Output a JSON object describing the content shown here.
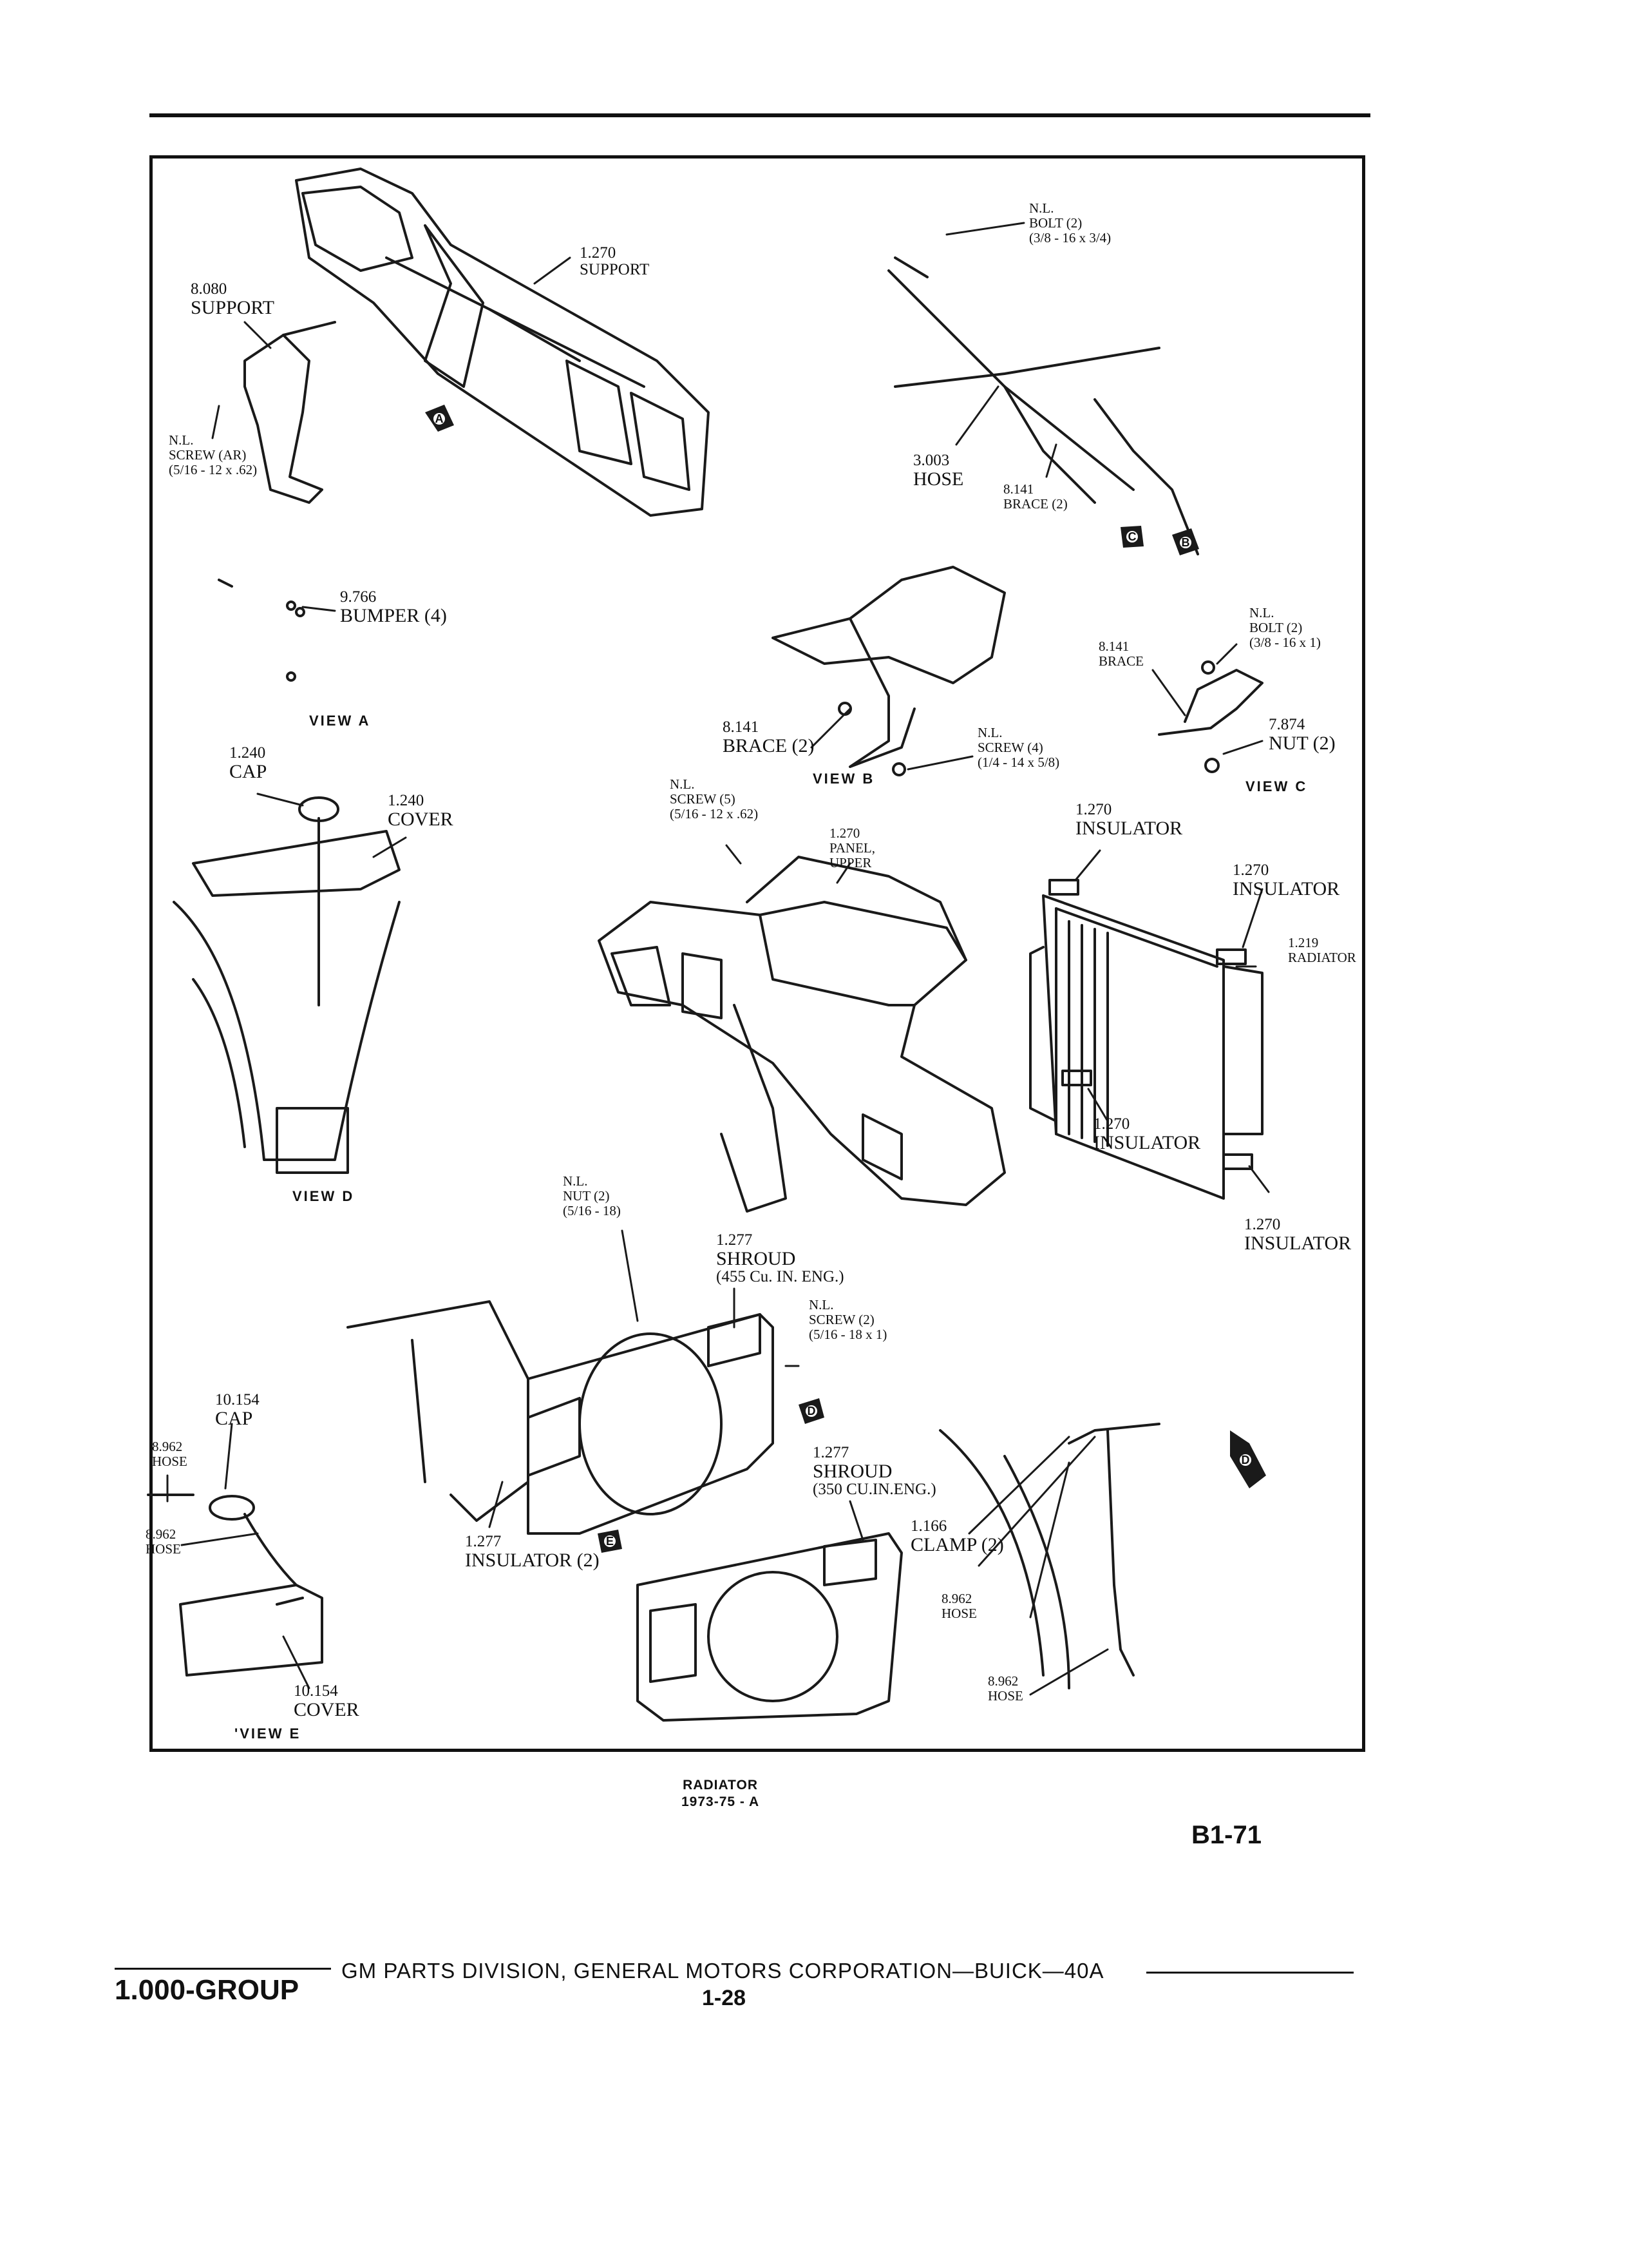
{
  "callouts": [
    {
      "id": "c1",
      "number": "1.270",
      "name": "SUPPORT"
    },
    {
      "id": "c2",
      "number": "8.080",
      "name": "SUPPORT"
    },
    {
      "id": "c3",
      "number": "N.L.",
      "name": "SCREW (AR)",
      "spec": "(5/16 - 12 x .62)"
    },
    {
      "id": "c4",
      "number": "N.L.",
      "name": "BOLT (2)",
      "spec": "(3/8 - 16 x 3/4)"
    },
    {
      "id": "c5",
      "number": "3.003",
      "name": "HOSE"
    },
    {
      "id": "c6",
      "number": "8.141",
      "name": "BRACE (2)"
    },
    {
      "id": "c7",
      "number": "9.766",
      "name": "BUMPER (4)"
    },
    {
      "id": "c8",
      "number": "N.L.",
      "name": "BOLT (2)",
      "spec": "(3/8 - 16 x 1)"
    },
    {
      "id": "c9",
      "number": "8.141",
      "name": "BRACE"
    },
    {
      "id": "c10",
      "number": "7.874",
      "name": "NUT (2)"
    },
    {
      "id": "c11",
      "number": "8.141",
      "name": "BRACE (2)"
    },
    {
      "id": "c12",
      "number": "N.L.",
      "name": "SCREW (4)",
      "spec": "(1/4 - 14 x 5/8)"
    },
    {
      "id": "c13",
      "number": "1.240",
      "name": "CAP"
    },
    {
      "id": "c14",
      "number": "1.240",
      "name": "COVER"
    },
    {
      "id": "c15",
      "number": "N.L.",
      "name": "SCREW (5)",
      "spec": "(5/16 - 12 x .62)"
    },
    {
      "id": "c16",
      "number": "1.270",
      "name": "PANEL,",
      "name2": "UPPER"
    },
    {
      "id": "c17",
      "number": "1.270",
      "name": "INSULATOR"
    },
    {
      "id": "c18",
      "number": "1.270",
      "name": "INSULATOR"
    },
    {
      "id": "c19",
      "number": "1.219",
      "name": "RADIATOR"
    },
    {
      "id": "c20",
      "number": "1.270",
      "name": "INSULATOR"
    },
    {
      "id": "c21",
      "number": "1.270",
      "name": "INSULATOR"
    },
    {
      "id": "c22",
      "number": "N.L.",
      "name": "NUT (2)",
      "spec": "(5/16 - 18)"
    },
    {
      "id": "c23",
      "number": "1.277",
      "name": "SHROUD",
      "spec": "(455 Cu. IN. ENG.)"
    },
    {
      "id": "c24",
      "number": "N.L.",
      "name": "SCREW (2)",
      "spec": "(5/16 - 18 x 1)"
    },
    {
      "id": "c25",
      "number": "10.154",
      "name": "CAP"
    },
    {
      "id": "c26",
      "number": "8.962",
      "name": "HOSE"
    },
    {
      "id": "c27",
      "number": "8.962",
      "name": "HOSE"
    },
    {
      "id": "c28",
      "number": "1.277",
      "name": "SHROUD",
      "spec": "(350 CU.IN.ENG.)"
    },
    {
      "id": "c29",
      "number": "1.166",
      "name": "CLAMP (2)"
    },
    {
      "id": "c30",
      "number": "1.277",
      "name": "INSULATOR (2)"
    },
    {
      "id": "c31",
      "number": "8.962",
      "name": "HOSE"
    },
    {
      "id": "c32",
      "number": "8.962",
      "name": "HOSE"
    },
    {
      "id": "c33",
      "number": "10.154",
      "name": "COVER"
    }
  ],
  "views": {
    "a": "VIEW A",
    "b": "VIEW B",
    "c": "VIEW C",
    "d": "VIEW D",
    "e": "'VIEW E"
  },
  "markers": [
    "A",
    "B",
    "C",
    "D",
    "E"
  ],
  "caption": {
    "title": "RADIATOR",
    "code": "1973-75 - A"
  },
  "page_code": "B1-71",
  "footer": {
    "group": "1.000-GROUP",
    "division": "GM PARTS DIVISION, GENERAL MOTORS CORPORATION—BUICK—40A",
    "page": "1-28"
  }
}
